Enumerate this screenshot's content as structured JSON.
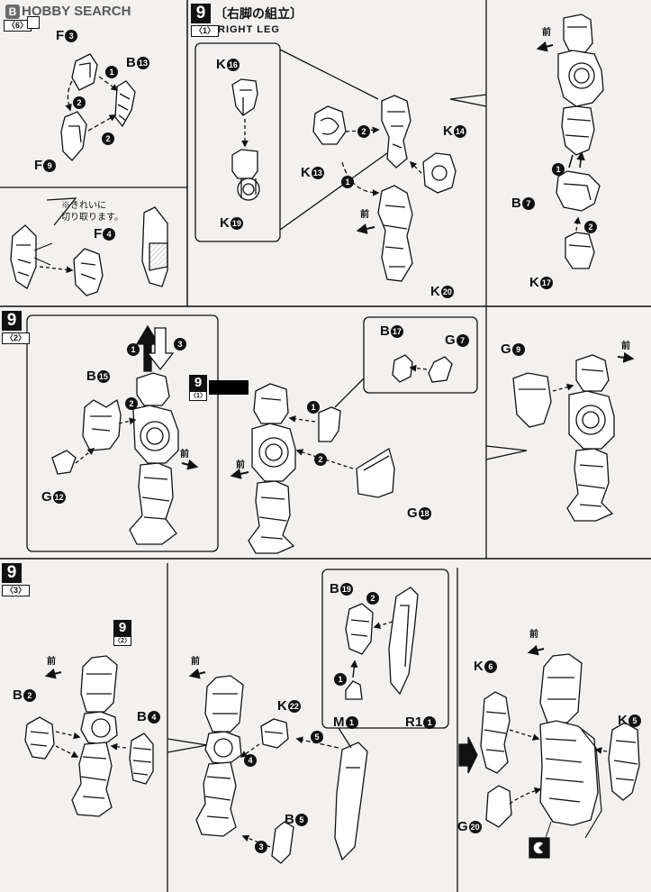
{
  "watermark": "HOBBY SEARCH",
  "header": {
    "step_number": "9",
    "title_jp": "〔右脚の組立〕",
    "substep_1": "〈1〉",
    "title_en": "RIGHT LEG"
  },
  "panel_prev": {
    "substep": "〈6〉",
    "labels": {
      "f3": "F",
      "f3_n": "3",
      "b13": "B",
      "b13_n": "13",
      "f9": "F",
      "f9_n": "9",
      "f4": "F",
      "f4_n": "4"
    },
    "note": "※きれいに\n切り取ります。"
  },
  "step9_1": {
    "labels": {
      "k16": "K",
      "k16_n": "16",
      "k19": "K",
      "k19_n": "19",
      "k13": "K",
      "k13_n": "13",
      "k14": "K",
      "k14_n": "14",
      "k20": "K",
      "k20_n": "20",
      "b7": "B",
      "b7_n": "7",
      "k17": "K",
      "k17_n": "17"
    },
    "front": "前"
  },
  "step9_2": {
    "step_number": "9",
    "substep": "〈2〉",
    "ref_number": "9",
    "ref_substep": "〈1〉",
    "labels": {
      "b15": "B",
      "b15_n": "15",
      "g12": "G",
      "g12_n": "12",
      "b17": "B",
      "b17_n": "17",
      "g7": "G",
      "g7_n": "7",
      "g18": "G",
      "g18_n": "18",
      "g9": "G",
      "g9_n": "9"
    },
    "front": "前"
  },
  "step9_3": {
    "step_number": "9",
    "substep": "〈3〉",
    "ref_number": "9",
    "ref_substep": "〈2〉",
    "labels": {
      "b2": "B",
      "b2_n": "2",
      "b4": "B",
      "b4_n": "4",
      "k22": "K",
      "k22_n": "22",
      "b5": "B",
      "b5_n": "5",
      "b19": "B",
      "b19_n": "19",
      "m1": "M",
      "m1_n": "1",
      "r1": "R1",
      "r1_n": "1",
      "k6": "K",
      "k6_n": "6",
      "k5": "K",
      "k5_n": "5",
      "g20": "G",
      "g20_n": "20"
    },
    "front": "前"
  },
  "step_markers": [
    "1",
    "2",
    "3",
    "4",
    "5"
  ]
}
